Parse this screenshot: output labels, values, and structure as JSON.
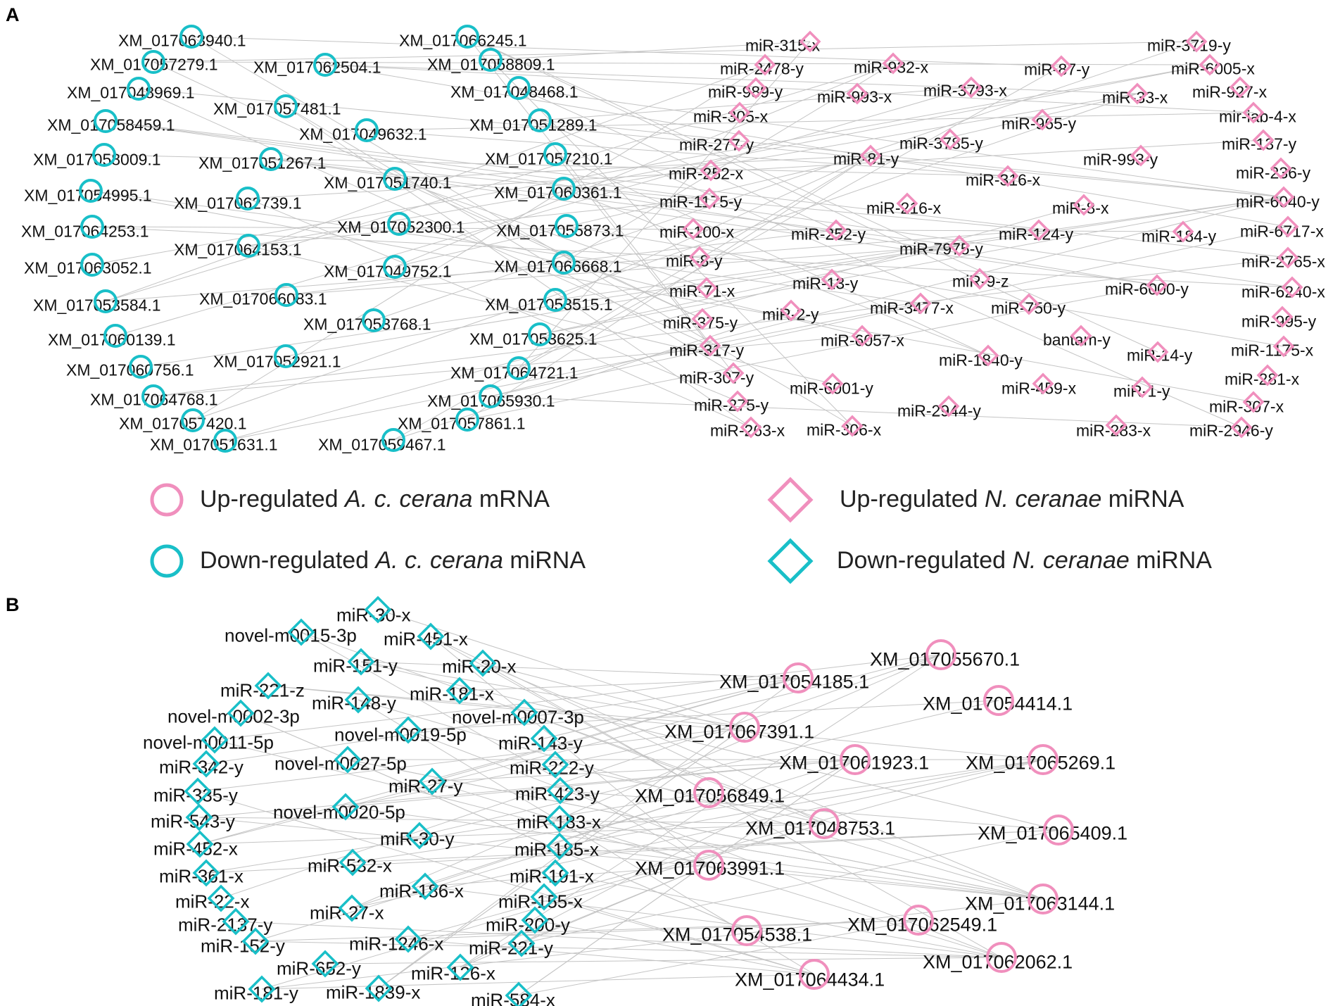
{
  "colors": {
    "up": "#f08fbd",
    "down": "#19bfc8",
    "edge": "#c4c4c4",
    "text": "#111111"
  },
  "panel_a": {
    "letter": "A",
    "mrna_down": [
      "XM_017063940.1",
      "XM_017057279.1",
      "XM_017062504.1",
      "XM_017048969.1",
      "XM_017057481.1",
      "XM_017058459.1",
      "XM_017049632.1",
      "XM_017058009.1",
      "XM_017051267.1",
      "XM_017051740.1",
      "XM_017054995.1",
      "XM_017062739.1",
      "XM_017064253.1",
      "XM_017052300.1",
      "XM_017064153.1",
      "XM_017063052.1",
      "XM_017049752.1",
      "XM_017066083.1",
      "XM_017053584.1",
      "XM_017053768.1",
      "XM_017060139.1",
      "XM_017052921.1",
      "XM_017060756.1",
      "XM_017064768.1",
      "XM_017057420.1",
      "XM_017051631.1",
      "XM_017059467.1",
      "XM_017066245.1",
      "XM_017058809.1",
      "XM_017048468.1",
      "XM_017051289.1",
      "XM_017057210.1",
      "XM_017060361.1",
      "XM_017055873.1",
      "XM_017066668.1",
      "XM_017053515.1",
      "XM_017053625.1",
      "XM_017064721.1",
      "XM_017065930.1",
      "XM_017057861.1"
    ],
    "mirna_up": [
      "miR-315-x",
      "miR-2478-y",
      "miR-989-y",
      "miR-305-x",
      "miR-277-y",
      "miR-252-x",
      "miR-1175-y",
      "miR-100-x",
      "miR-8-y",
      "miR-71-x",
      "miR-375-y",
      "miR-317-y",
      "miR-307-y",
      "miR-275-y",
      "miR-263-x",
      "miR-932-x",
      "miR-993-x",
      "miR-3793-x",
      "miR-87-y",
      "miR-81-y",
      "miR-3785-y",
      "miR-965-y",
      "miR-316-x",
      "miR-216-x",
      "miR-252-y",
      "miR-7975-y",
      "miR-124-y",
      "miR-8-x",
      "miR-13-y",
      "miR-9-z",
      "miR-2-y",
      "miR-3477-x",
      "miR-750-y",
      "miR-6057-x",
      "bantam-y",
      "miR-1840-y",
      "miR-6001-y",
      "miR-459-x",
      "miR-2944-y",
      "miR-306-x",
      "miR-283-x",
      "miR-3719-y",
      "miR-6005-x",
      "miR-33-x",
      "miR-927-x",
      "mir-iab-4-x",
      "miR-137-y",
      "miR-993-y",
      "miR-236-y",
      "miR-6040-y",
      "miR-184-y",
      "miR-6717-x",
      "miR-2765-x",
      "miR-6000-y",
      "miR-6240-x",
      "miR-995-y",
      "miR-14-y",
      "miR-1175-x",
      "miR-1-y",
      "miR-281-x",
      "miR-307-x",
      "miR-2946-y"
    ]
  },
  "legend": [
    {
      "prefix": "Up-regulated ",
      "italic": "A. c. cerana",
      "suffix": " mRNA",
      "shape": "circle",
      "color": "up"
    },
    {
      "prefix": "Up-regulated ",
      "italic": "N. ceranae",
      "suffix": " miRNA",
      "shape": "diamond",
      "color": "up"
    },
    {
      "prefix": "Down-regulated ",
      "italic": "A. c. cerana",
      "suffix": " miRNA",
      "shape": "circle",
      "color": "down"
    },
    {
      "prefix": "Down-regulated ",
      "italic": "N. ceranae",
      "suffix": " miRNA",
      "shape": "diamond",
      "color": "down"
    }
  ],
  "panel_b": {
    "letter": "B",
    "mirna_down": [
      "miR-30-x",
      "novel-m0015-3p",
      "miR-451-x",
      "miR-151-y",
      "miR-20-x",
      "miR-221-z",
      "miR-181-x",
      "miR-148-y",
      "novel-m0002-3p",
      "novel-m0007-3p",
      "novel-m0019-5p",
      "novel-m0011-5p",
      "miR-143-y",
      "miR-342-y",
      "novel-m0027-5p",
      "miR-222-y",
      "miR-27-y",
      "miR-335-y",
      "miR-423-y",
      "novel-m0020-5p",
      "miR-543-y",
      "miR-183-x",
      "miR-30-y",
      "miR-452-x",
      "miR-185-x",
      "miR-532-x",
      "miR-361-x",
      "miR-191-x",
      "miR-186-x",
      "miR-22-x",
      "miR-155-x",
      "miR-27-x",
      "miR-2137-y",
      "miR-200-y",
      "miR-1246-x",
      "miR-152-y",
      "miR-221-y",
      "miR-652-y",
      "miR-126-x",
      "miR-181-y",
      "miR-1839-x",
      "miR-584-x"
    ],
    "mrna_up": [
      "XM_017055670.1",
      "XM_017054185.1",
      "XM_017054414.1",
      "XM_017067391.1",
      "XM_017061923.1",
      "XM_017065269.1",
      "XM_017056849.1",
      "XM_017048753.1",
      "XM_017065409.1",
      "XM_017063991.1",
      "XM_017063144.1",
      "XM_017062549.1",
      "XM_017054538.1",
      "XM_017062062.1",
      "XM_017064434.1"
    ]
  }
}
